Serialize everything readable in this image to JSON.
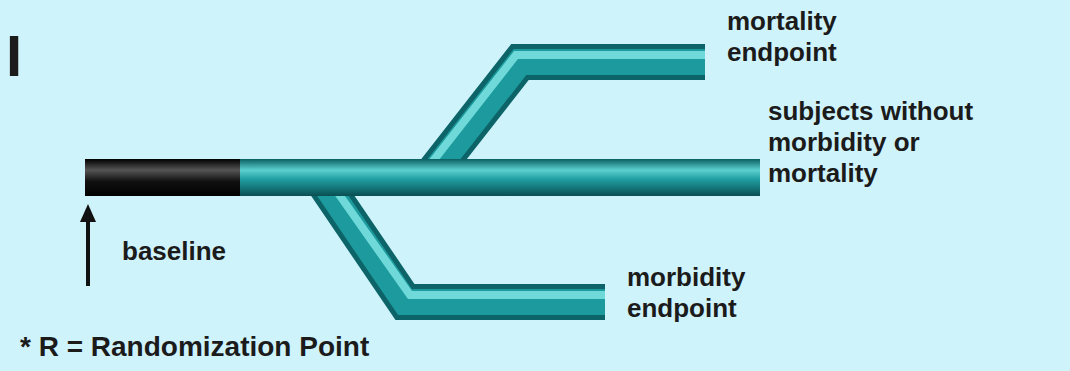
{
  "diagram": {
    "labels": [
      "I",
      "mortality endpoint",
      "subjects without morbidity or mortality",
      "baseline",
      "morbidity endpoint",
      "* R = Randomization Point"
    ]
  }
}
